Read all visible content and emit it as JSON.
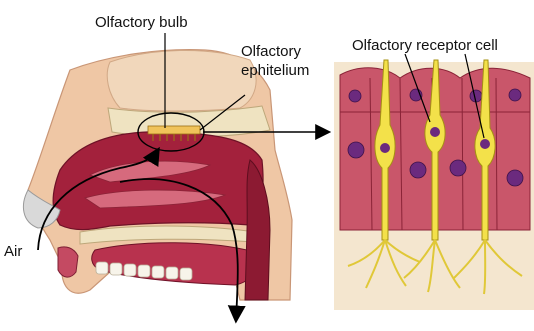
{
  "labels": {
    "olfactory_bulb": "Olfactory bulb",
    "olfactory_epithelium_line1": "Olfactory",
    "olfactory_epithelium_line2": "ephitelium",
    "olfactory_receptor_cell": "Olfactory receptor cell",
    "air": "Air"
  },
  "colors": {
    "tissue_red": "#a3213c",
    "tissue_pink": "#d66a7d",
    "skin": "#efc7a5",
    "bone_cream": "#efe3c1",
    "cell_pink": "#c9566a",
    "nucleus_purple": "#6b2a7e",
    "receptor_yellow": "#f3e14a"
  }
}
